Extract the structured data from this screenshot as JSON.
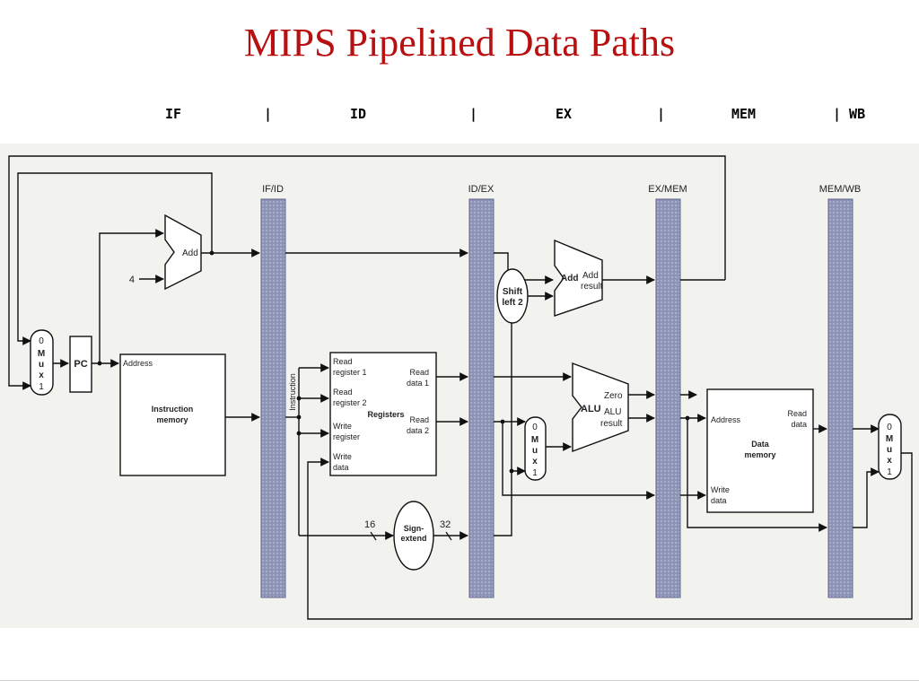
{
  "slide": {
    "title": "MIPS Pipelined Data Paths",
    "stages": [
      {
        "label": "IF"
      },
      {
        "label": "|"
      },
      {
        "label": "ID"
      },
      {
        "label": "|"
      },
      {
        "label": "EX"
      },
      {
        "label": "|"
      },
      {
        "label": "MEM"
      },
      {
        "label": "| WB"
      }
    ]
  },
  "diagram": {
    "pipeline_registers": {
      "if_id": "IF/ID",
      "id_ex": "ID/EX",
      "ex_mem": "EX/MEM",
      "mem_wb": "MEM/WB"
    },
    "mux_if": {
      "top": "0",
      "l1": "M",
      "l2": "u",
      "l3": "x",
      "bottom": "1"
    },
    "pc": "PC",
    "const_four": "4",
    "add_pc": "Add",
    "instruction_memory": {
      "address": "Address",
      "line1": "Instruction",
      "line2": "memory"
    },
    "instruction_bus": "Instruction",
    "registers": {
      "title": "Registers",
      "read_reg1_a": "Read",
      "read_reg1_b": "register 1",
      "read_reg2_a": "Read",
      "read_reg2_b": "register 2",
      "write_reg_a": "Write",
      "write_reg_b": "register",
      "write_data_a": "Write",
      "write_data_b": "data",
      "read_data1_a": "Read",
      "read_data1_b": "data 1",
      "read_data2_a": "Read",
      "read_data2_b": "data 2"
    },
    "sign_extend": {
      "line1": "Sign-",
      "line2": "extend",
      "in_width": "16",
      "out_width": "32"
    },
    "shift_left": {
      "line1": "Shift",
      "line2": "left 2"
    },
    "add_branch": {
      "label": "Add",
      "out1": "Add",
      "out2": "result"
    },
    "mux_ex": {
      "top": "0",
      "l1": "M",
      "l2": "u",
      "l3": "x",
      "bottom": "1"
    },
    "alu": {
      "label": "ALU",
      "zero": "Zero",
      "res1": "ALU",
      "res2": "result"
    },
    "data_memory": {
      "address": "Address",
      "read_a": "Read",
      "read_b": "data",
      "title1": "Data",
      "title2": "memory",
      "write_a": "Write",
      "write_b": "data"
    },
    "mux_wb": {
      "top": "0",
      "l1": "M",
      "l2": "u",
      "l3": "x",
      "bottom": "1"
    }
  }
}
